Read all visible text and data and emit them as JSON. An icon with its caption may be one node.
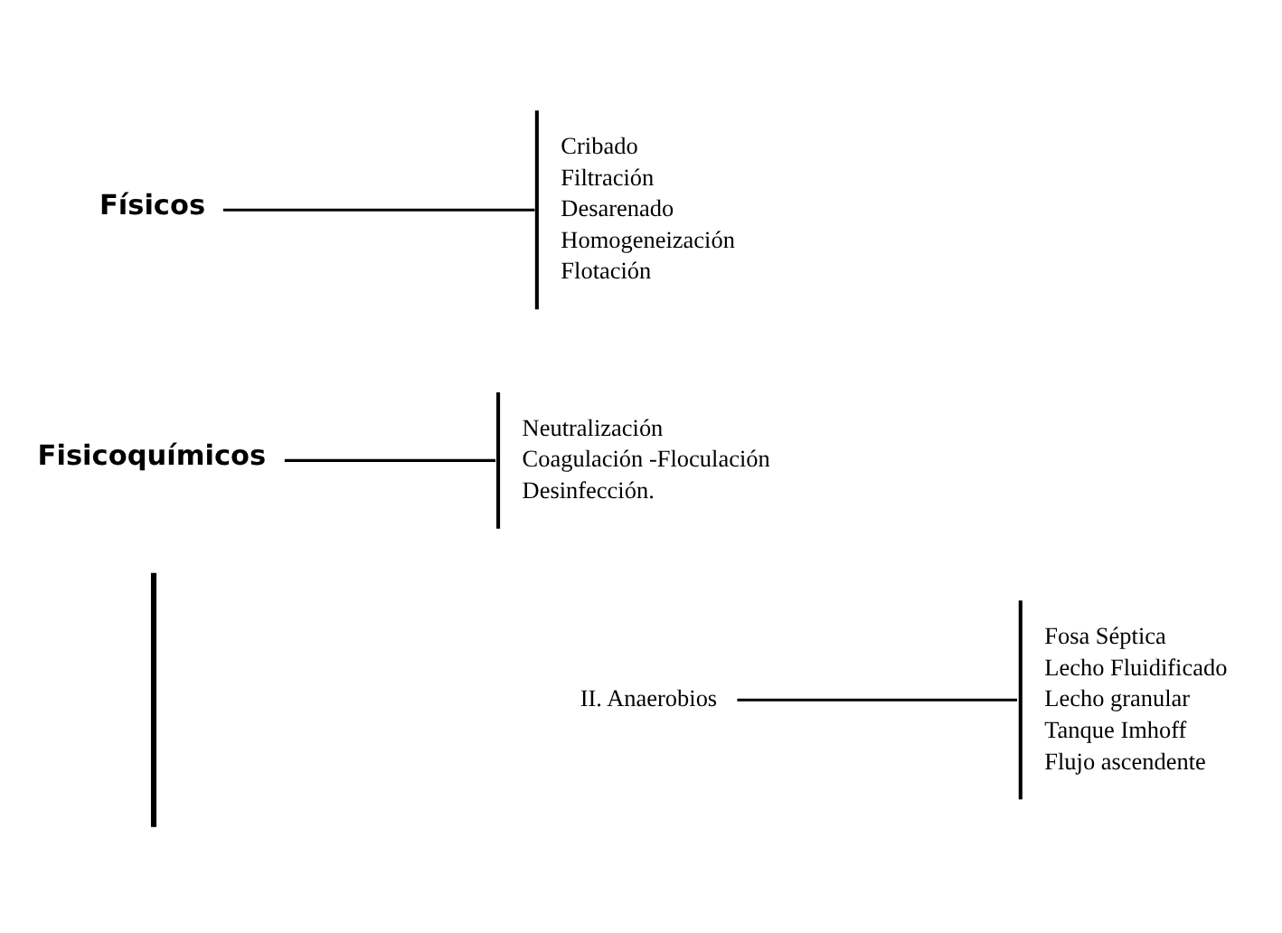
{
  "diagram": {
    "nodes": [
      {
        "text": [],
        "shape": "bar"
      },
      {
        "text": [
          "II. Anaerobios"
        ]
      },
      {
        "text": [
          "Fosa Séptica",
          "Lecho Fluidificado",
          "Lecho granular",
          "Tanque Imhoff",
          "Flujo ascendente"
        ]
      },
      {
        "text": [
          "Fisicoquímicos"
        ]
      },
      {
        "text": [
          "Neutralización",
          "Coagulación -Floculación",
          "Desinfección."
        ]
      },
      {
        "text": [
          "Físicos"
        ]
      },
      {
        "text": [
          "Cribado",
          "Filtración",
          "Desarenado",
          "Homogeneización",
          "Flotación"
        ]
      }
    ],
    "edges": [
      {
        "from": 1,
        "to": 2,
        "arrow": "none"
      },
      {
        "from": 3,
        "to": 4,
        "arrow": "none"
      },
      {
        "from": 5,
        "to": 6,
        "arrow": "none"
      }
    ]
  }
}
